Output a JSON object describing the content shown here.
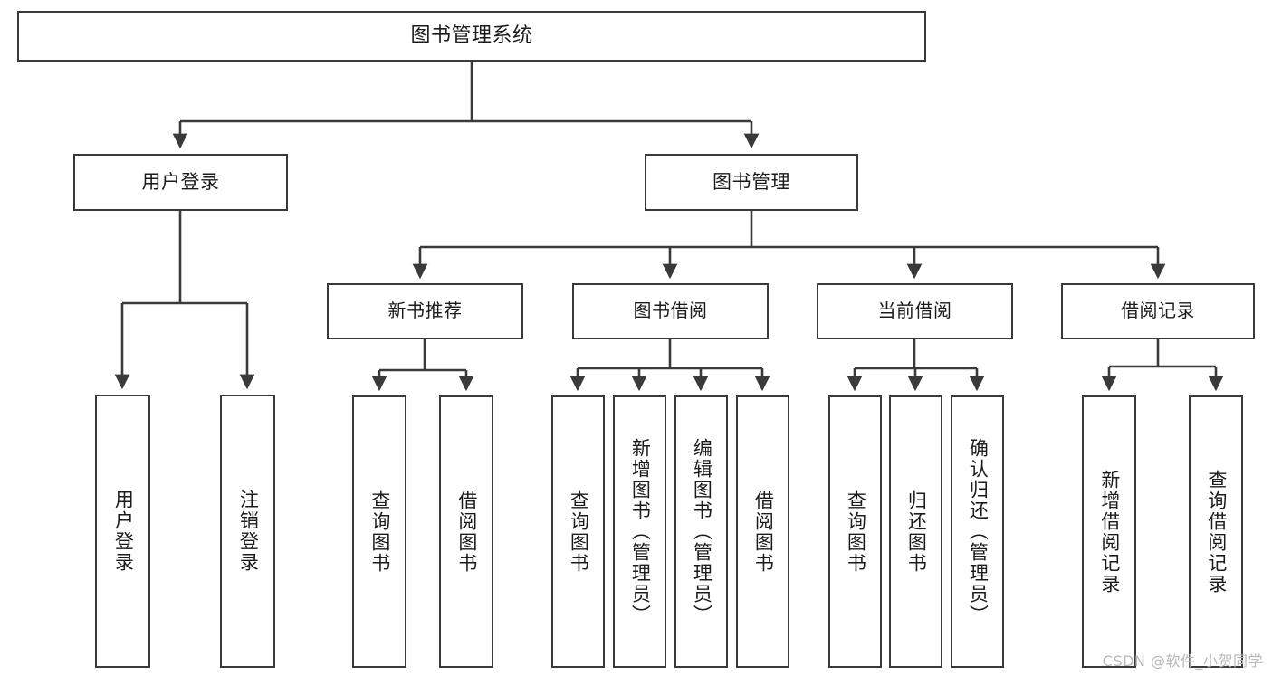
{
  "diagram": {
    "title": "图书管理系统",
    "type": "tree-hierarchy-diagram",
    "watermark": "CSDN @软件_小贺同学",
    "colors": {
      "box_border": "#3a3a3a",
      "box_fill": "#ffffff",
      "edge": "#3a3a3a",
      "text": "#1b1b1b",
      "watermark": "#b9b9b9",
      "background": "#ffffff"
    },
    "nodes": {
      "root": {
        "label": "图书管理系统"
      },
      "level1": [
        {
          "id": "user-login",
          "label": "用户登录"
        },
        {
          "id": "book-manage",
          "label": "图书管理"
        }
      ],
      "level2": [
        {
          "id": "new-book-recommend",
          "label": "新书推荐"
        },
        {
          "id": "book-borrow",
          "label": "图书借阅"
        },
        {
          "id": "current-borrow",
          "label": "当前借阅"
        },
        {
          "id": "borrow-record",
          "label": "借阅记录"
        }
      ],
      "leaves": {
        "user-login": [
          {
            "id": "leaf-user-login",
            "label": "用户登录"
          },
          {
            "id": "leaf-logout",
            "label": "注销登录"
          }
        ],
        "new-book-recommend": [
          {
            "id": "leaf-query-book-1",
            "label": "查询图书"
          },
          {
            "id": "leaf-borrow-book-1",
            "label": "借阅图书"
          }
        ],
        "book-borrow": [
          {
            "id": "leaf-query-book-2",
            "label": "查询图书"
          },
          {
            "id": "leaf-add-book",
            "label": "新增图书（管理员）"
          },
          {
            "id": "leaf-edit-book",
            "label": "编辑图书（管理员）"
          },
          {
            "id": "leaf-borrow-book-2",
            "label": "借阅图书"
          }
        ],
        "current-borrow": [
          {
            "id": "leaf-query-book-3",
            "label": "查询图书"
          },
          {
            "id": "leaf-return-book",
            "label": "归还图书"
          },
          {
            "id": "leaf-confirm-return",
            "label": "确认归还（管理员）"
          }
        ],
        "borrow-record": [
          {
            "id": "leaf-add-record",
            "label": "新增借阅记录"
          },
          {
            "id": "leaf-query-record",
            "label": "查询借阅记录"
          }
        ]
      }
    }
  }
}
